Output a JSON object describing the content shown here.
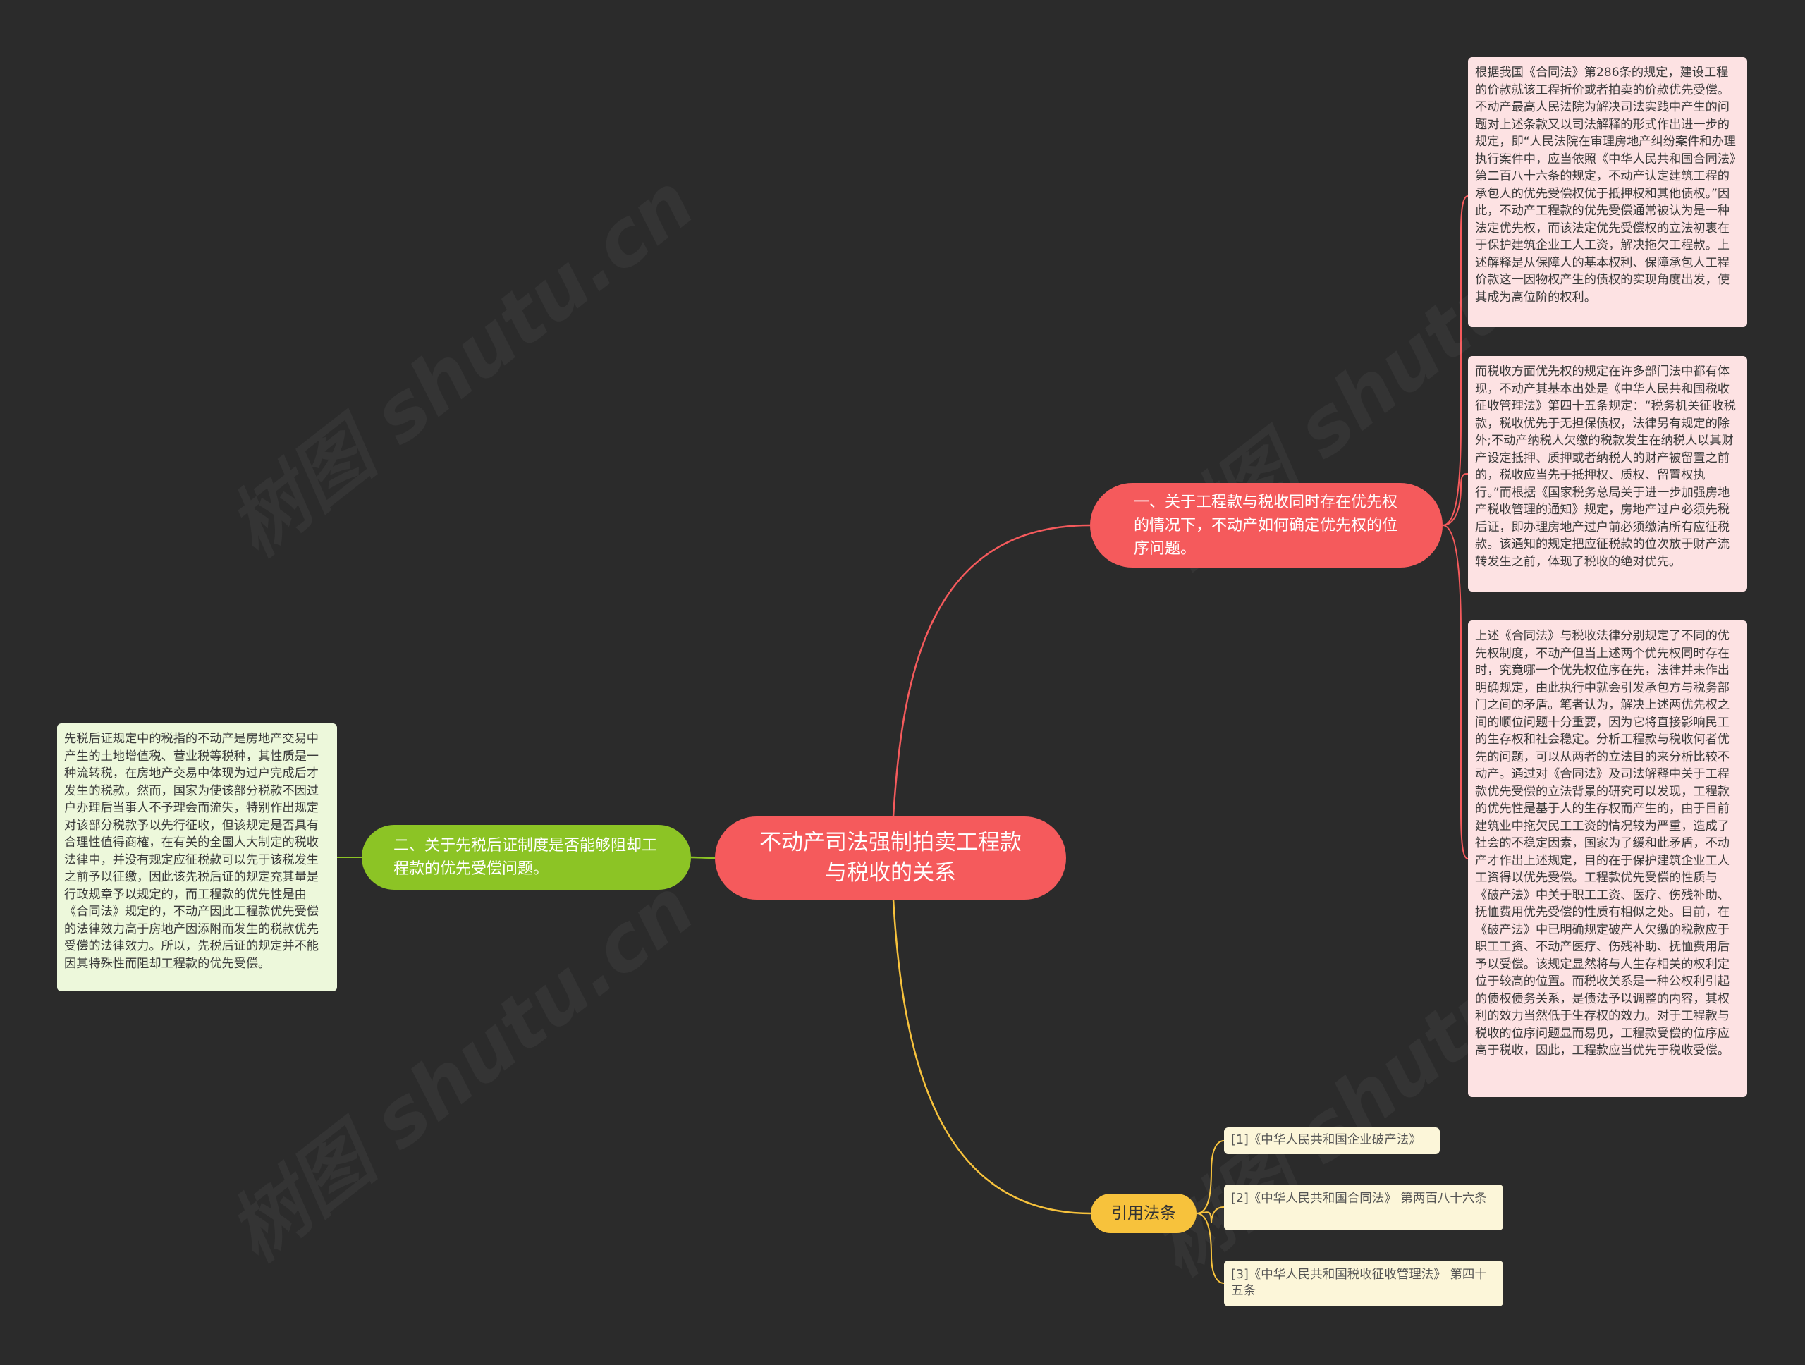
{
  "mindmap": {
    "central": "不动产司法强制拍卖工程款与税收的关系",
    "branch1": {
      "label": "一、关于工程款与税收同时存在优先权的情况下，不动产如何确定优先权的位序问题。",
      "color": "#f55a5c",
      "leaves": [
        "根据我国《合同法》第286条的规定，建设工程的价款就该工程折价或者拍卖的价款优先受偿。不动产最高人民法院为解决司法实践中产生的问题对上述条款又以司法解释的形式作出进一步的规定，即“人民法院在审理房地产纠纷案件和办理执行案件中，应当依照《中华人民共和国合同法》第二百八十六条的规定，不动产认定建筑工程的承包人的优先受偿权优于抵押权和其他债权。”因此，不动产工程款的优先受偿通常被认为是一种法定优先权，而该法定优先受偿权的立法初衷在于保护建筑企业工人工资，解决拖欠工程款。上述解释是从保障人的基本权利、保障承包人工程价款这一因物权产生的债权的实现角度出发，使其成为高位阶的权利。",
        "而税收方面优先权的规定在许多部门法中都有体现，不动产其基本出处是《中华人民共和国税收征收管理法》第四十五条规定：“税务机关征收税款，税收优先于无担保债权，法律另有规定的除外;不动产纳税人欠缴的税款发生在纳税人以其财产设定抵押、质押或者纳税人的财产被留置之前的，税收应当先于抵押权、质权、留置权执行。”而根据《国家税务总局关于进一步加强房地产税收管理的通知》规定，房地产过户必须先税后证，即办理房地产过户前必须缴清所有应征税款。该通知的规定把应征税款的位次放于财产流转发生之前，体现了税收的绝对优先。",
        "上述《合同法》与税收法律分别规定了不同的优先权制度，不动产但当上述两个优先权同时存在时，究竟哪一个优先权位序在先，法律并未作出明确规定，由此执行中就会引发承包方与税务部门之间的矛盾。笔者认为，解决上述两优先权之间的顺位问题十分重要，因为它将直接影响民工的生存权和社会稳定。分析工程款与税收何者优先的问题，可以从两者的立法目的来分析比较不动产。通过对《合同法》及司法解释中关于工程款优先受偿的立法背景的研究可以发现，工程款的优先性是基于人的生存权而产生的，由于目前建筑业中拖欠民工工资的情况较为严重，造成了社会的不稳定因素，国家为了缓和此矛盾，不动产才作出上述规定，目的在于保护建筑企业工人工资得以优先受偿。工程款优先受偿的性质与《破产法》中关于职工工资、医疗、伤残补助、抚恤费用优先受偿的性质有相似之处。目前，在《破产法》中已明确规定破产人欠缴的税款应于职工工资、不动产医疗、伤残补助、抚恤费用后予以受偿。该规定显然将与人生存相关的权利定位于较高的位置。而税收关系是一种公权利引起的债权债务关系，是债法予以调整的内容，其权利的效力当然低于生存权的效力。对于工程款与税收的位序问题显而易见，工程款受偿的位序应高于税收，因此，工程款应当优先于税收受偿。"
      ]
    },
    "branch2": {
      "label": "二、关于先税后证制度是否能够阻却工程款的优先受偿问题。",
      "color": "#8cc425",
      "leaves": [
        "先税后证规定中的税指的不动产是房地产交易中产生的土地增值税、营业税等税种，其性质是一种流转税，在房地产交易中体现为过户完成后才发生的税款。然而，国家为使该部分税款不因过户办理后当事人不予理会而流失，特别作出规定对该部分税款予以先行征收，但该规定是否具有合理性值得商榷，在有关的全国人大制定的税收法律中，并没有规定应征税款可以先于该税发生之前予以征缴，因此该先税后证的规定充其量是行政规章予以规定的，而工程款的优先性是由《合同法》规定的，不动产因此工程款优先受偿的法律效力高于房地产因添附而发生的税款优先受偿的法律效力。所以，先税后证的规定并不能因其特殊性而阻却工程款的优先受偿。"
      ]
    },
    "branch3": {
      "label": "引用法条",
      "color": "#f7c23c",
      "leaves": [
        "[1]《中华人民共和国企业破产法》",
        "[2]《中华人民共和国合同法》 第两百八十六条",
        "[3]《中华人民共和国税收征收管理法》 第四十五条"
      ]
    },
    "watermark": "树图 shutu.cn"
  }
}
